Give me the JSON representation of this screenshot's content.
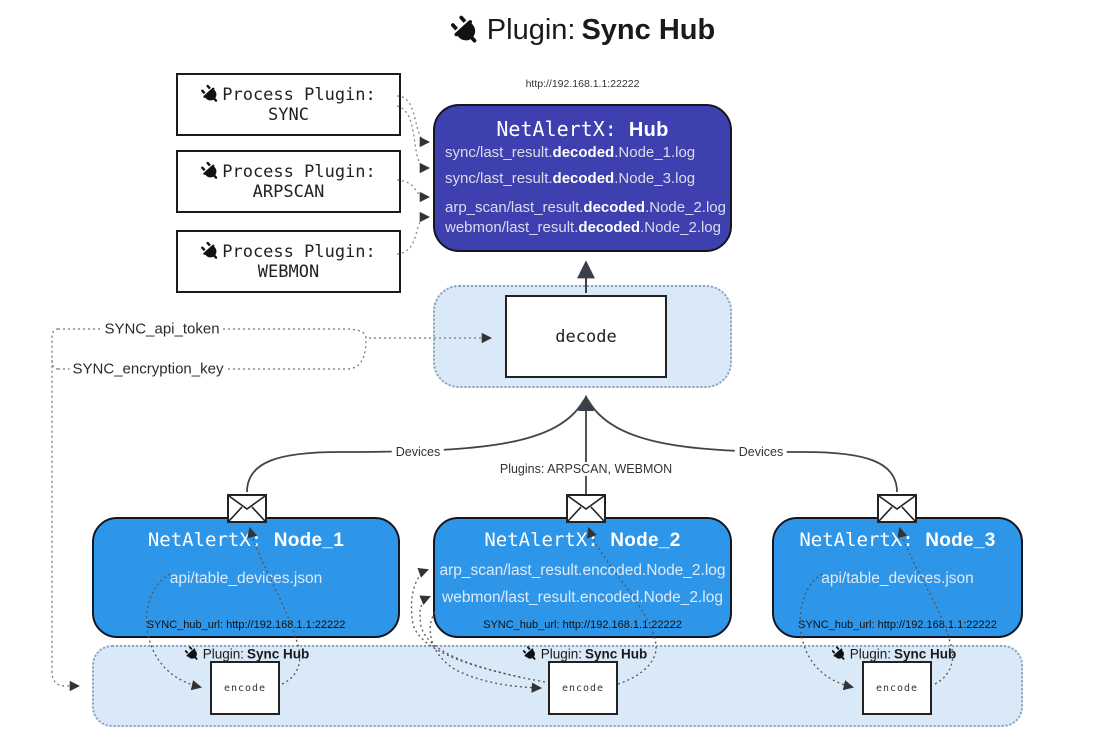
{
  "title": {
    "prefix": "Plugin:",
    "name": "Sync Hub"
  },
  "process_plugins": [
    {
      "label": "Process Plugin:",
      "name": "SYNC"
    },
    {
      "label": "Process Plugin:",
      "name": "ARPSCAN"
    },
    {
      "label": "Process Plugin:",
      "name": "WEBMON"
    }
  ],
  "hub": {
    "url": "http://192.168.1.1:22222",
    "title_prefix": "NetAlertX:",
    "title_name": "Hub",
    "lines": [
      {
        "pre": "sync/last_result.",
        "bold": "decoded",
        "post": ".Node_1.log"
      },
      {
        "pre": "sync/last_result.",
        "bold": "decoded",
        "post": ".Node_3.log"
      },
      {
        "pre": "arp_scan/last_result.",
        "bold": "decoded",
        "post": ".Node_2.log"
      },
      {
        "pre": "webmon/last_result.",
        "bold": "decoded",
        "post": ".Node_2.log"
      }
    ]
  },
  "decode": {
    "label": "decode"
  },
  "secrets": {
    "api_token": "SYNC_api_token",
    "encryption_key": "SYNC_encryption_key"
  },
  "edge_labels": {
    "left": "Devices",
    "center": "Plugins: ARPSCAN, WEBMON",
    "right": "Devices"
  },
  "nodes": [
    {
      "title_prefix": "NetAlertX:",
      "title_name": "Node_1",
      "lines": [
        "api/table_devices.json"
      ],
      "hub_url": "SYNC_hub_url: http://192.168.1.1:22222"
    },
    {
      "title_prefix": "NetAlertX:",
      "title_name": "Node_2",
      "lines": [
        "arp_scan/last_result.encoded.Node_2.log",
        "webmon/last_result.encoded.Node_2.log"
      ],
      "hub_url": "SYNC_hub_url: http://192.168.1.1:22222"
    },
    {
      "title_prefix": "NetAlertX:",
      "title_name": "Node_3",
      "lines": [
        "api/table_devices.json"
      ],
      "hub_url": "SYNC_hub_url: http://192.168.1.1:22222"
    }
  ],
  "encoders": [
    {
      "plugin_prefix": "Plugin:",
      "plugin_name": "Sync Hub",
      "label": "encode"
    },
    {
      "plugin_prefix": "Plugin:",
      "plugin_name": "Sync Hub",
      "label": "encode"
    },
    {
      "plugin_prefix": "Plugin:",
      "plugin_name": "Sync Hub",
      "label": "encode"
    }
  ],
  "colors": {
    "hub_bg": "#3d40ae",
    "node_bg": "#2e96e8",
    "container_bg": "#d9e9f8",
    "container_border": "#8ba4bc",
    "line_solid": "#444444",
    "line_dotted": "#666666"
  }
}
